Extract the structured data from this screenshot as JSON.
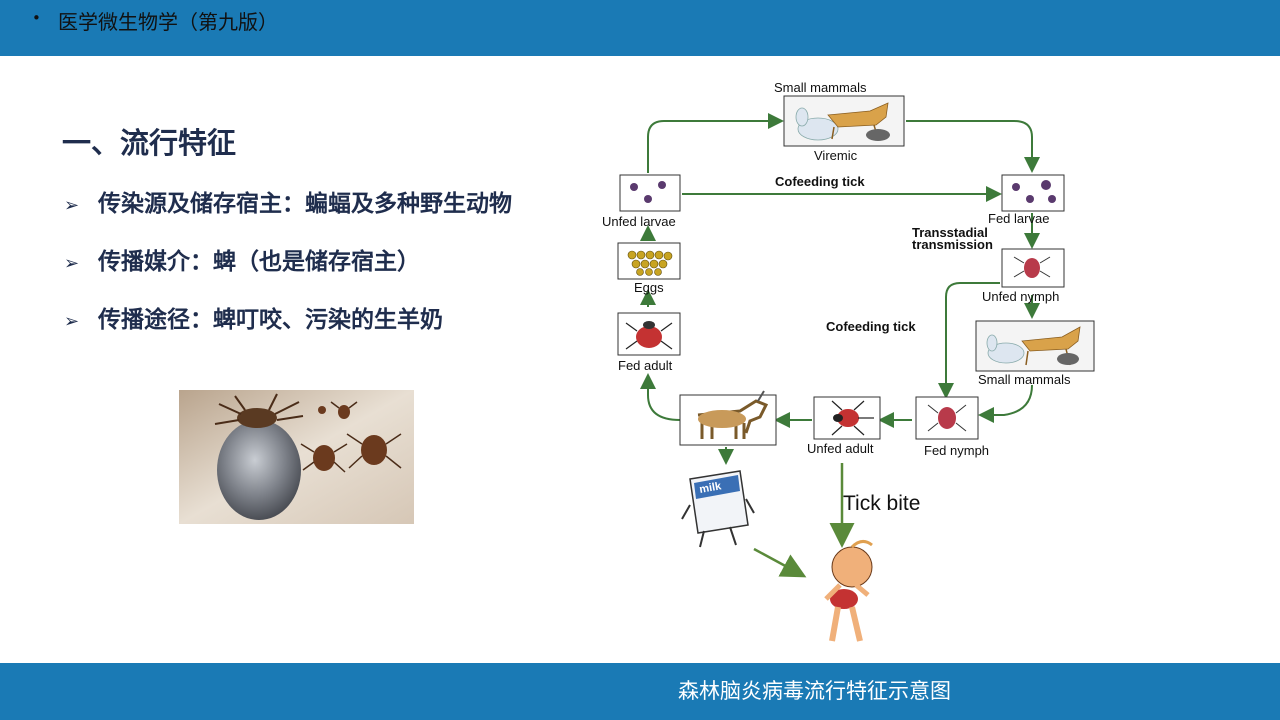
{
  "header": {
    "bullet": "•",
    "title": "医学微生物学（第九版）"
  },
  "content": {
    "heading": "一、流行特征",
    "points": [
      "传染源及储存宿主：蝙蝠及多种野生动物",
      "传播媒介：蜱（也是储存宿主）",
      "传播途径：蜱叮咬、污染的生羊奶"
    ]
  },
  "diagram": {
    "small_mammals_top": "Small mammals",
    "viremic": "Viremic",
    "cofeeding_tick_top": "Cofeeding tick",
    "unfed_larvae": "Unfed larvae",
    "fed_larvae": "Fed larvae",
    "transstadial_1": "Transstadial",
    "transstadial_2": "transmission",
    "eggs": "Eggs",
    "unfed_nymph": "Unfed nymph",
    "cofeeding_tick_mid": "Cofeeding tick",
    "small_mammals_right": "Small mammals",
    "fed_adult": "Fed adult",
    "unfed_adult": "Unfed adult",
    "fed_nymph": "Fed nymph",
    "milk": "milk",
    "tick_bite": "Tick bite"
  },
  "footer": {
    "caption": "森林脑炎病毒流行特征示意图"
  },
  "colors": {
    "bar": "#1a7ab5",
    "arrow": "#3d7a3a",
    "heading": "#1f2d4d"
  }
}
